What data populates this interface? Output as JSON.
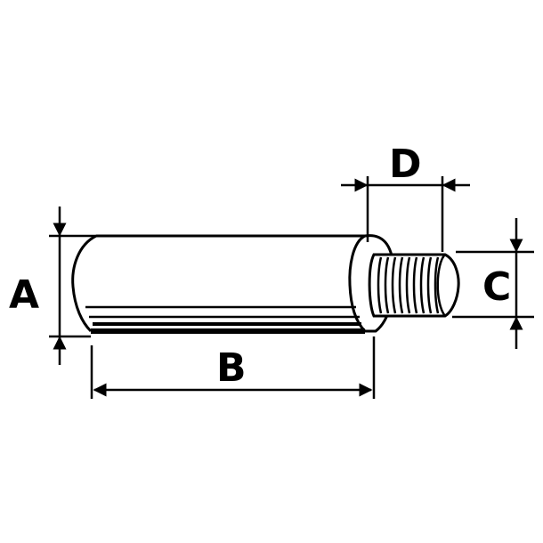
{
  "diagram": {
    "labels": {
      "a": "A",
      "b": "B",
      "c": "C",
      "d": "D"
    },
    "colors": {
      "ink": "#000000",
      "background": "#ffffff"
    }
  }
}
